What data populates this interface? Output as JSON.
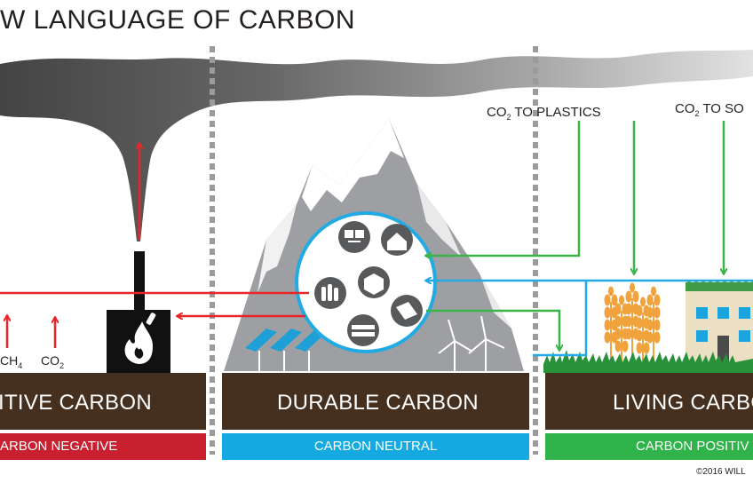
{
  "title": "W LANGUAGE OF CARBON",
  "colors": {
    "brown": "#45301f",
    "red": "#c8202f",
    "blue": "#14aae1",
    "green": "#30b34a",
    "arrow_red": "#e8262a",
    "arrow_blue": "#22abe2",
    "arrow_green": "#3bb54a",
    "smoke": "#555555",
    "mountain": "#9e9fa3",
    "wheat": "#f0a23c",
    "building": "#ece0c4",
    "window": "#1aa3dd",
    "grass": "#27923a"
  },
  "sections": [
    {
      "id": "left",
      "band_label": "ITIVE CARBON",
      "strip_label": "ARBON NEGATIVE"
    },
    {
      "id": "middle",
      "band_label": "DURABLE CARBON",
      "strip_label": "CARBON NEUTRAL"
    },
    {
      "id": "right",
      "band_label": "LIVING CARBO",
      "strip_label": "CARBON POSITIV"
    }
  ],
  "gas_labels": {
    "ch4": {
      "main": "CH",
      "sub": "4"
    },
    "co2": {
      "main": "CO",
      "sub": "2"
    }
  },
  "inputs": {
    "plastics": {
      "pre": "CO",
      "sub": "2",
      "post": " TO PLASTICS"
    },
    "soil": {
      "pre": "CO",
      "sub": "2",
      "post": " TO SO"
    }
  },
  "icons": [
    "factory-fire-icon",
    "mountain-icon",
    "products-circle-icon",
    "wind-turbine-icon",
    "solar-panel-icon",
    "wheat-icon",
    "green-roof-building-icon",
    "grass-icon"
  ],
  "copyright": "©2016 WILL"
}
